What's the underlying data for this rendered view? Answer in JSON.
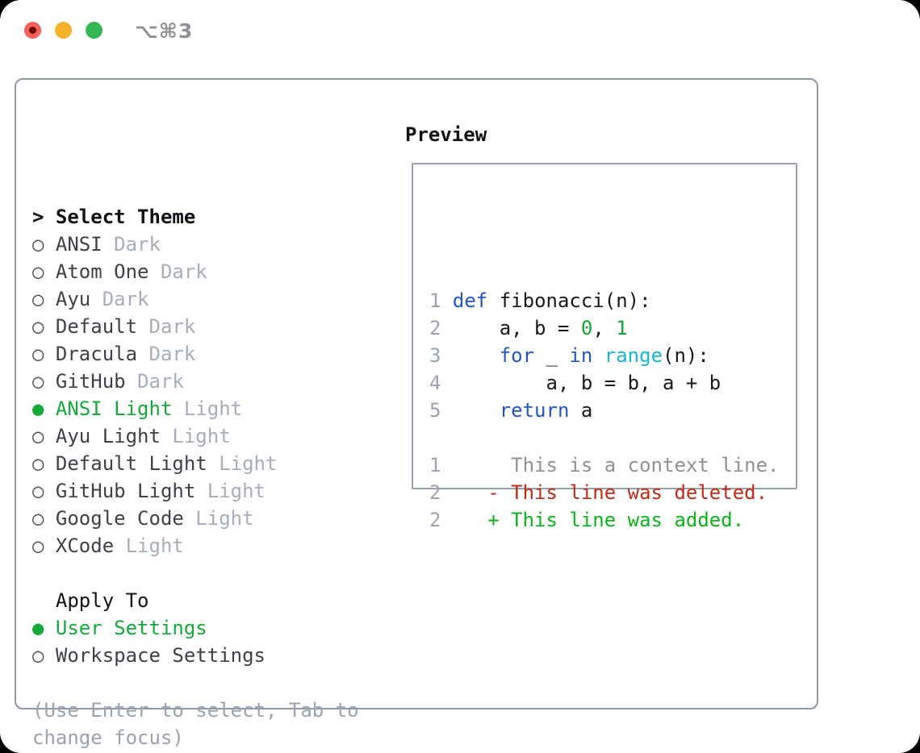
{
  "window": {
    "titlebar": {
      "shortcut": "⌥⌘3"
    }
  },
  "colors": {
    "heading": "#101216",
    "item": "#3d4249",
    "badge": "#a6aebb",
    "selected": "#16a93c",
    "marker": "#4a4f57",
    "help": "#9aa3b0",
    "line_number": "#9aa4b0",
    "code": "#17191c",
    "keyword": "#2255cc",
    "builtin": "#18b7cd",
    "number": "#14a534",
    "context": "#8d9299",
    "deleted": "#c32b18",
    "added": "#0db31c"
  },
  "markers": {
    "header": ">",
    "selected": "●",
    "unselected": "○",
    "none": " "
  },
  "theme_list": {
    "header": "Select Theme",
    "items": [
      {
        "name": "ANSI",
        "badge": "Dark",
        "selected": false
      },
      {
        "name": "Atom One",
        "badge": "Dark",
        "selected": false
      },
      {
        "name": "Ayu",
        "badge": "Dark",
        "selected": false
      },
      {
        "name": "Default",
        "badge": "Dark",
        "selected": false
      },
      {
        "name": "Dracula",
        "badge": "Dark",
        "selected": false
      },
      {
        "name": "GitHub",
        "badge": "Dark",
        "selected": false
      },
      {
        "name": "ANSI Light",
        "badge": "Light",
        "selected": true
      },
      {
        "name": "Ayu Light",
        "badge": "Light",
        "selected": false
      },
      {
        "name": "Default Light",
        "badge": "Light",
        "selected": false
      },
      {
        "name": "GitHub Light",
        "badge": "Light",
        "selected": false
      },
      {
        "name": "Google Code",
        "badge": "Light",
        "selected": false
      },
      {
        "name": "XCode",
        "badge": "Light",
        "selected": false
      }
    ]
  },
  "apply_to": {
    "label": "Apply To",
    "options": [
      {
        "name": "User Settings",
        "selected": true
      },
      {
        "name": "Workspace Settings",
        "selected": false
      }
    ]
  },
  "help_lines": [
    "(Use Enter to select, Tab to",
    "change focus)"
  ],
  "preview": {
    "title": "Preview",
    "lines": [
      {
        "num": "1",
        "tokens": [
          {
            "t": "def",
            "c": "keyword"
          },
          {
            "t": " fibonacci(n):",
            "c": "code"
          }
        ]
      },
      {
        "num": "2",
        "tokens": [
          {
            "t": "    a, b = ",
            "c": "code"
          },
          {
            "t": "0",
            "c": "number"
          },
          {
            "t": ", ",
            "c": "code"
          },
          {
            "t": "1",
            "c": "number"
          }
        ]
      },
      {
        "num": "3",
        "tokens": [
          {
            "t": "    ",
            "c": "code"
          },
          {
            "t": "for",
            "c": "keyword"
          },
          {
            "t": " _ ",
            "c": "code"
          },
          {
            "t": "in",
            "c": "keyword"
          },
          {
            "t": " ",
            "c": "code"
          },
          {
            "t": "range",
            "c": "builtin"
          },
          {
            "t": "(n):",
            "c": "code"
          }
        ]
      },
      {
        "num": "4",
        "tokens": [
          {
            "t": "        a, b = b, a + b",
            "c": "code"
          }
        ]
      },
      {
        "num": "5",
        "tokens": [
          {
            "t": "    ",
            "c": "code"
          },
          {
            "t": "return",
            "c": "keyword"
          },
          {
            "t": " a",
            "c": "code"
          }
        ]
      },
      {
        "num": "",
        "tokens": []
      },
      {
        "num": "1",
        "tokens": [
          {
            "t": "     This is a context line.",
            "c": "context"
          }
        ]
      },
      {
        "num": "2",
        "tokens": [
          {
            "t": "   - This line was deleted.",
            "c": "deleted"
          }
        ]
      },
      {
        "num": "2",
        "tokens": [
          {
            "t": "   + This line was added.",
            "c": "added"
          }
        ]
      }
    ]
  }
}
